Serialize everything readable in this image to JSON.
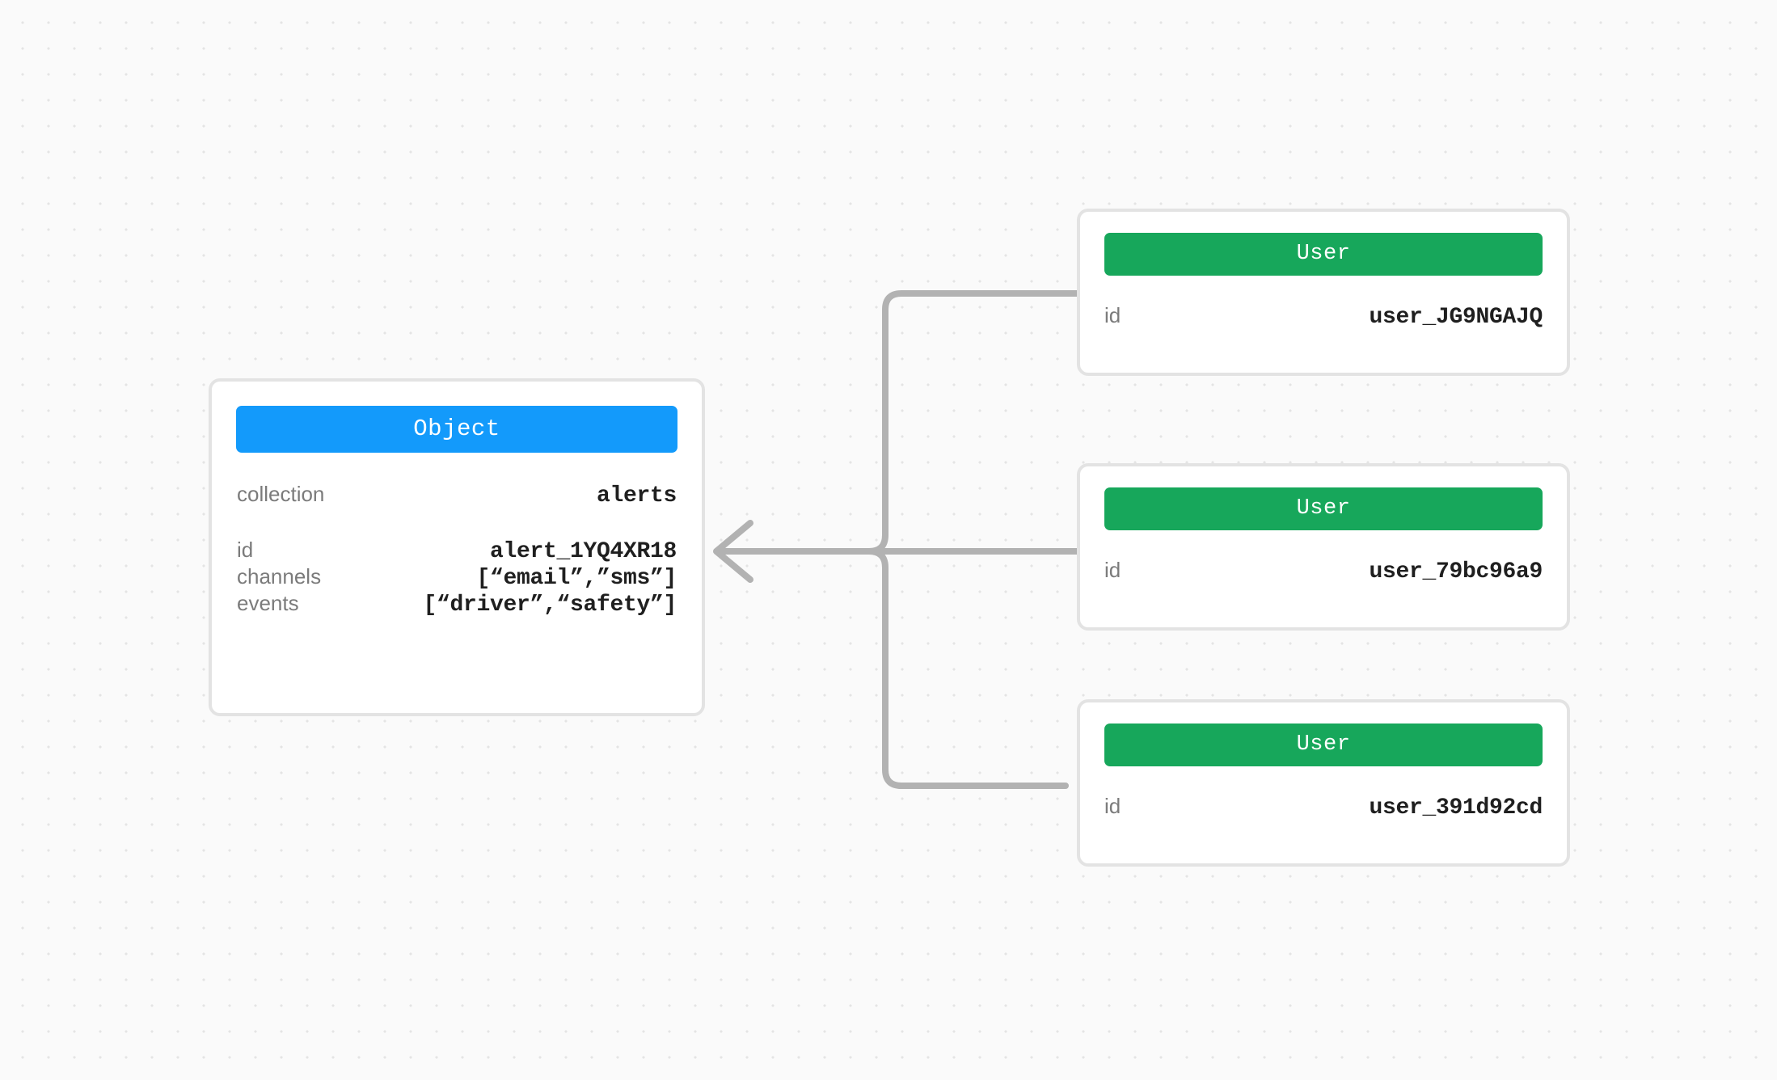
{
  "canvas": {
    "background_color": "#fafafa",
    "dot_color": "#e4e4e4"
  },
  "colors": {
    "object_header": "#139afb",
    "user_header": "#17a75b",
    "card_border": "#e3e3e3",
    "connector": "#b2b2b2",
    "label_text": "#7b7b7b",
    "value_text": "#1f1f1f"
  },
  "object_node": {
    "type_label": "Object",
    "fields": [
      {
        "label": "collection",
        "value": "alerts"
      },
      {
        "label": "id",
        "value": "alert_1YQ4XR18"
      },
      {
        "label": "channels",
        "value": "[“email”,”sms”]"
      },
      {
        "label": "events",
        "value": "[“driver”,“safety”]"
      }
    ]
  },
  "user_nodes": [
    {
      "type_label": "User",
      "fields": [
        {
          "label": "id",
          "value": "user_JG9NGAJQ"
        }
      ]
    },
    {
      "type_label": "User",
      "fields": [
        {
          "label": "id",
          "value": "user_79bc96a9"
        }
      ]
    },
    {
      "type_label": "User",
      "fields": [
        {
          "label": "id",
          "value": "user_391d92cd"
        }
      ]
    }
  ],
  "edges": [
    {
      "from": "user_JG9NGAJQ",
      "to": "alert_1YQ4XR18",
      "arrow": "left"
    },
    {
      "from": "user_79bc96a9",
      "to": "alert_1YQ4XR18",
      "arrow": "left"
    },
    {
      "from": "user_391d92cd",
      "to": "alert_1YQ4XR18",
      "arrow": "left"
    }
  ]
}
